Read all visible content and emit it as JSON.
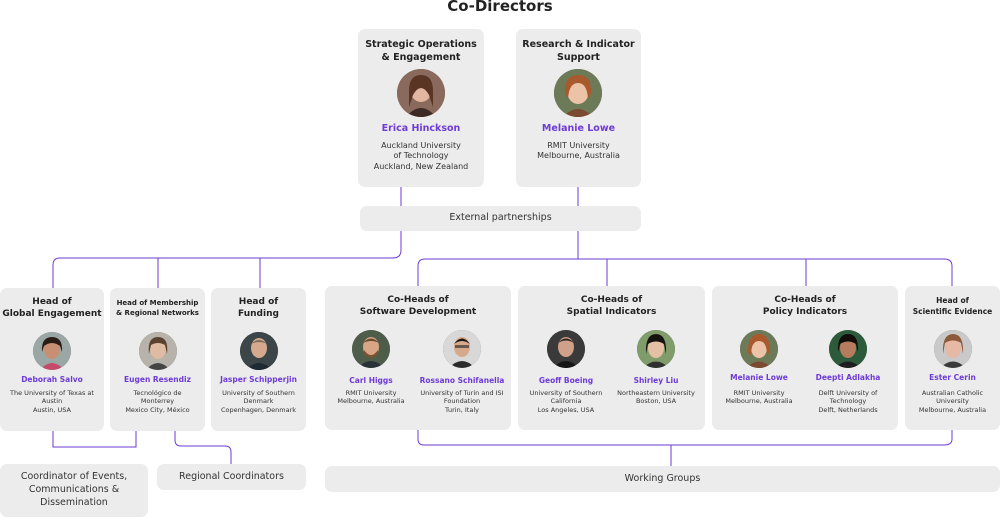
{
  "title": "Co-Directors",
  "co_directors": [
    {
      "role": "Strategic Operations\n& Engagement",
      "name": "Erica Hinckson",
      "affiliation": "Auckland University\nof Technology\nAuckland, New Zealand"
    },
    {
      "role": "Research & Indicator\nSupport",
      "name": "Melanie Lowe",
      "affiliation": "RMIT University\nMelbourne, Australia"
    }
  ],
  "external_partnerships": "External partnerships",
  "heads": {
    "global": {
      "role": "Head of\nGlobal Engagement",
      "name": "Deborah Salvo",
      "affiliation": "The University of Texas at\nAustin\nAustin, USA"
    },
    "membership": {
      "role": "Head of Membership\n& Regional Networks",
      "name": "Eugen Resendiz",
      "affiliation": "Tecnológico de\nMonterrey\nMexico City, México"
    },
    "funding": {
      "role": "Head of\nFunding",
      "name": "Jasper Schipperjin",
      "affiliation": "University of Southern\nDenmark\nCopenhagen, Denmark"
    },
    "software": {
      "role": "Co-Heads of\nSoftware Development",
      "people": [
        {
          "name": "Carl Higgs",
          "affiliation": "RMIT University\nMelbourne, Australia"
        },
        {
          "name": "Rossano Schifanella",
          "affiliation": "University of Turin and ISI\nFoundation\nTurin, Italy"
        }
      ]
    },
    "spatial": {
      "role": "Co-Heads of\nSpatial Indicators",
      "people": [
        {
          "name": "Geoff Boeing",
          "affiliation": "University of Southern\nCalifornia\nLos Angeles, USA"
        },
        {
          "name": "Shirley Liu",
          "affiliation": "Northeastern University\nBoston, USA"
        }
      ]
    },
    "policy": {
      "role": "Co-Heads of\nPolicy Indicators",
      "people": [
        {
          "name": "Melanie Lowe",
          "affiliation": "RMIT University\nMelbourne, Australia"
        },
        {
          "name": "Deepti Adlakha",
          "affiliation": "Delft University of\nTechnology\nDelft, Netherlands"
        }
      ]
    },
    "scientific": {
      "role": "Head of\nScientific Evidence",
      "name": "Ester Cerin",
      "affiliation": "Australian Catholic\nUniversity\nMelbourne, Australia"
    }
  },
  "bottom": {
    "coordinator": "Coordinator of Events,\nCommunications &\nDissemination",
    "regional": "Regional Coordinators",
    "working_groups": "Working Groups"
  },
  "colors": {
    "accent": "#6e3bd6",
    "box": "#ececec",
    "line": "#6e3bd6"
  },
  "icons": {
    "avatar": "person-photo-icon"
  }
}
